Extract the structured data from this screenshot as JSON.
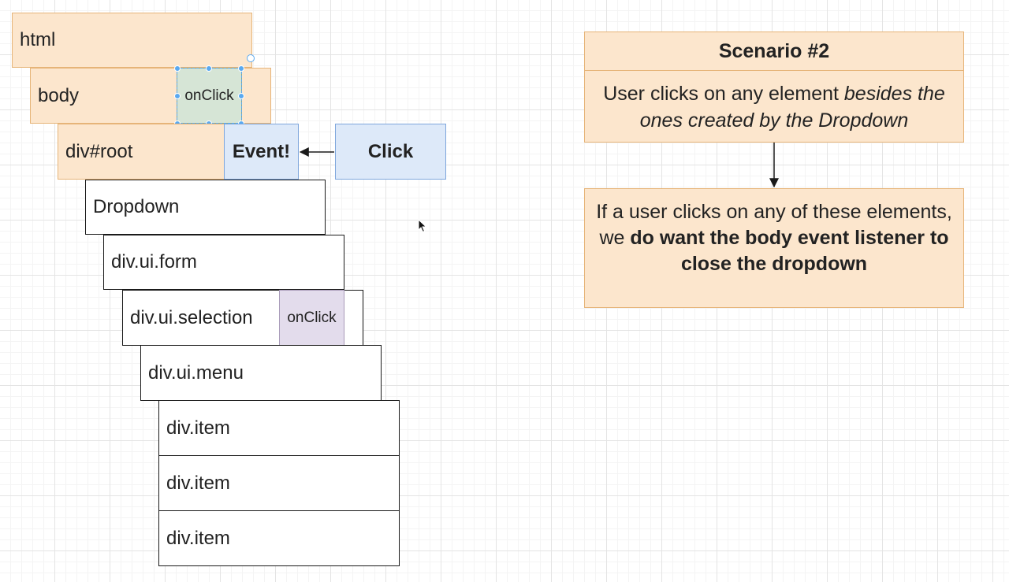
{
  "tree": {
    "html": "html",
    "body": "body",
    "body_handler": "onClick",
    "root": "div#root",
    "event": "Event!",
    "click": "Click",
    "dropdown": "Dropdown",
    "form": "div.ui.form",
    "selection": "div.ui.selection",
    "selection_handler": "onClick",
    "menu": "div.ui.menu",
    "items": [
      "div.item",
      "div.item",
      "div.item"
    ]
  },
  "scenario": {
    "title": "Scenario #2",
    "desc_plain": "User clicks on any element ",
    "desc_italic": "besides the ones created by the Dropdown",
    "result_plain": "If a user clicks on any of these elements, we ",
    "result_bold": "do want the body event listener to close the dropdown"
  },
  "colors": {
    "node_orange": "#fce6cd",
    "node_blue": "#dde9f9",
    "handler_green": "#d6e5d6",
    "handler_purple": "#e3dcec",
    "selection_handle": "#5aa9f0"
  },
  "icons": {
    "cursor": "mouse-pointer-icon"
  }
}
